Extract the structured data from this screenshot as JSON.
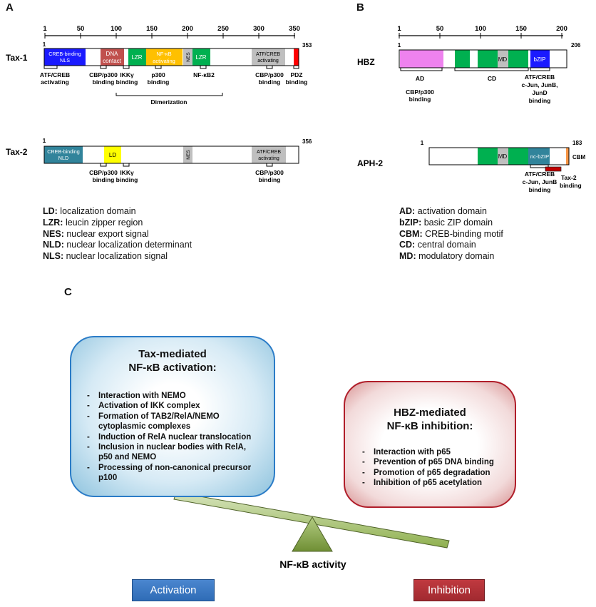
{
  "panels": {
    "a": "A",
    "b": "B",
    "c": "C"
  },
  "tax1": {
    "name": "Tax-1",
    "start": "1",
    "end": "353",
    "axis_ticks": [
      "1",
      "50",
      "100",
      "150",
      "200",
      "250",
      "300",
      "350"
    ],
    "domains": {
      "creb_nls": [
        "CREB-binding",
        "NLS"
      ],
      "dna": [
        "DNA",
        "contact"
      ],
      "lzr1": "LZR",
      "nfkb": [
        "NF-κB",
        "activating"
      ],
      "nes": "NES",
      "lzr2": "LZR",
      "atf": [
        "ATF/CREB",
        "activating"
      ]
    },
    "annotations": {
      "atf_creb_act": [
        "ATF/CREB",
        "activating"
      ],
      "cbp1": [
        "CBP/p300",
        "binding"
      ],
      "ikk": [
        "IKKγ",
        "binding"
      ],
      "p300": [
        "p300",
        "binding"
      ],
      "nfkb2": "NF-κB2",
      "cbp2": [
        "CBP/p300",
        "binding"
      ],
      "pdz": [
        "PDZ",
        "binding"
      ],
      "dimerization": "Dimerization"
    }
  },
  "tax2": {
    "name": "Tax-2",
    "start": "1",
    "end": "356",
    "domains": {
      "creb_nld": [
        "CREB-binding",
        "NLD"
      ],
      "ld": "LD",
      "nes": "NES",
      "atf": [
        "ATF/CREB",
        "activating"
      ]
    },
    "annotations": {
      "cbp1": [
        "CBP/p300",
        "binding"
      ],
      "ikk": [
        "IKKγ",
        "binding"
      ],
      "cbp2": [
        "CBP/p300",
        "binding"
      ]
    }
  },
  "hbz": {
    "name": "HBZ",
    "start": "1",
    "end": "206",
    "axis_ticks": [
      "1",
      "50",
      "100",
      "150",
      "200"
    ],
    "domains": {
      "md": "MD",
      "bzip": "bZIP"
    },
    "annotations": {
      "ad": "AD",
      "cbp": [
        "CBP/p300",
        "binding"
      ],
      "cd": "CD",
      "atf": [
        "ATF/CREB",
        "c-Jun, JunB,",
        "JunD",
        "binding"
      ]
    }
  },
  "aph2": {
    "name": "APH-2",
    "start": "1",
    "end": "183",
    "domains": {
      "md": "MD",
      "ncbzip": "nc-bZIP",
      "cbm": "CBM"
    },
    "annotations": {
      "atf": [
        "ATF/CREB",
        "c-Jun, JunB",
        "binding"
      ],
      "tax2": [
        "Tax-2",
        "binding"
      ]
    }
  },
  "legend_left": [
    {
      "abbr": "LD:",
      "text": " localization domain"
    },
    {
      "abbr": "LZR:",
      "text": " leucin zipper region"
    },
    {
      "abbr": "NES:",
      "text": " nuclear export signal"
    },
    {
      "abbr": "NLD:",
      "text": " nuclear localization determinant"
    },
    {
      "abbr": "NLS:",
      "text": " nuclear localization signal"
    }
  ],
  "legend_right": [
    {
      "abbr": "AD:",
      "text": " activation domain"
    },
    {
      "abbr": "bZIP:",
      "text": " basic ZIP domain"
    },
    {
      "abbr": "CBM:",
      "text": " CREB-binding motif"
    },
    {
      "abbr": "CD:",
      "text": " central domain"
    },
    {
      "abbr": "MD:",
      "text": " modulatory domain"
    }
  ],
  "tax_box": {
    "title": [
      "Tax-mediated",
      "NF-κB activation:"
    ],
    "items": [
      "Interaction with NEMO",
      "Activation of IKK complex",
      "Formation of TAB2/RelA/NEMO cytoplasmic complexes",
      "Induction of RelA nuclear translocation",
      "Inclusion in nuclear bodies with RelA, p50 and NEMO",
      "Processing of non-canonical precursor p100"
    ]
  },
  "hbz_box": {
    "title": [
      "HBZ-mediated",
      "NF-κB inhibition:"
    ],
    "items": [
      "Interaction with p65",
      "Prevention of  p65 DNA binding",
      "Promotion of  p65 degradation",
      "Inhibition of p65 acetylation"
    ]
  },
  "balance_label": "NF-κB activity",
  "activation_label": "Activation",
  "inhibition_label": "Inhibition",
  "colors": {
    "creb_blue": "#1a1aff",
    "dna_brown": "#c0504d",
    "lzr_green": "#00b050",
    "nfkb_orange": "#ffc000",
    "gray": "#bfbfbf",
    "pdz_red": "#ff0000",
    "teal": "#31849b",
    "ld_yellow": "#ffff00",
    "ad_pink": "#ee82ee",
    "cbm_orange": "#f79646",
    "tax2_red": "#c00000",
    "beam_green": "#9bbb59",
    "triangle_green": "#77933c"
  }
}
